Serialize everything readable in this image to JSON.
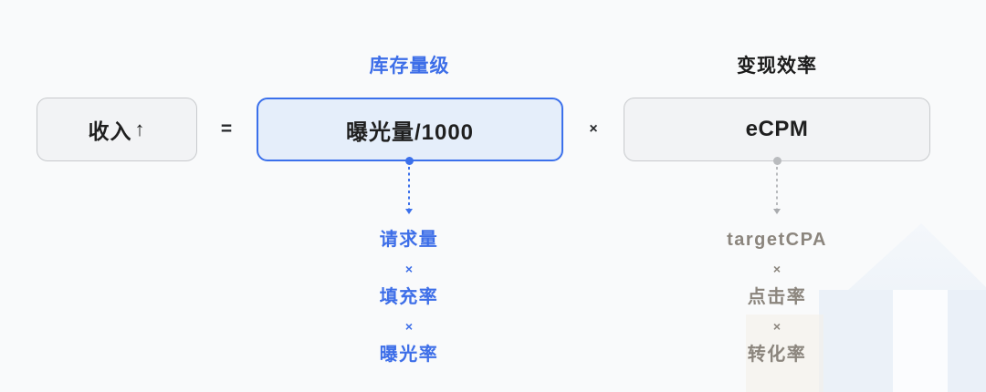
{
  "colors": {
    "page_bg": "#f9fafb",
    "accent_blue": "#3b70eb",
    "blue_text": "#3d6ee8",
    "blue_box_bg": "#e5eefa",
    "gray_box_bg": "#f2f3f5",
    "gray_box_border": "#c8cacd",
    "dark_text": "#1f1f1f",
    "muted_text": "#8b857d",
    "muted_line": "#b9bbbe"
  },
  "headers": {
    "inventory": "库存量级",
    "efficiency": "变现效率"
  },
  "formula": {
    "revenue_label": "收入",
    "revenue_arrow": "↑",
    "equals": "=",
    "times": "×",
    "impressions_label": "曝光量/1000",
    "ecpm_label": "eCPM"
  },
  "breakdowns": {
    "inventory": {
      "items": [
        "请求量",
        "×",
        "填充率",
        "×",
        "曝光率"
      ]
    },
    "efficiency": {
      "items": [
        "targetCPA",
        "×",
        "点击率",
        "×",
        "转化率"
      ]
    }
  }
}
